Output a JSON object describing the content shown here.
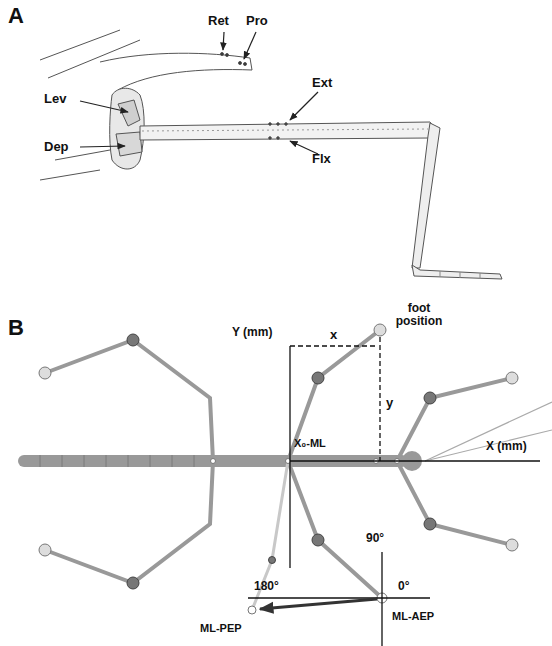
{
  "diagram": {
    "labels": [
      "A",
      "Ret",
      "Pro",
      "Lev",
      "Ext",
      "Dep",
      "Flx",
      "B",
      "Y (mm)",
      "x",
      "foot position",
      "y",
      "X₀-ML",
      "X (mm)",
      "90°",
      "180°",
      "0°",
      "ML-PEP",
      "ML-AEP"
    ]
  }
}
